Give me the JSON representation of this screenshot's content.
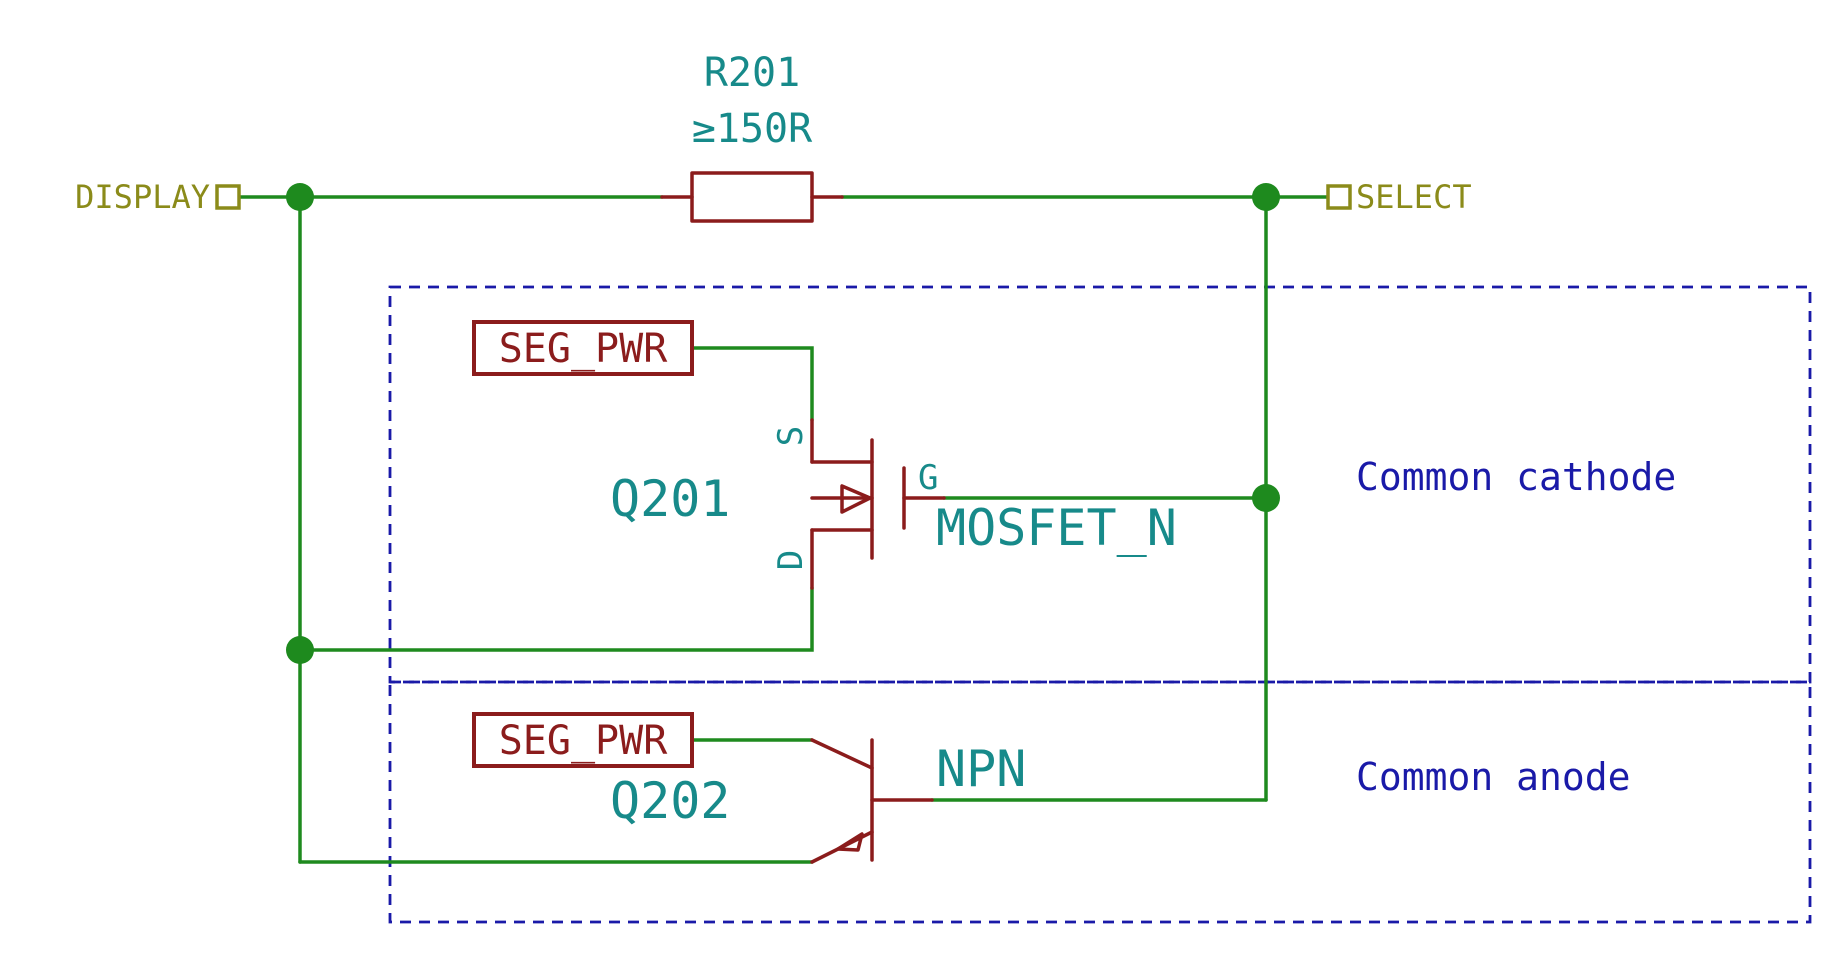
{
  "ports": {
    "display": "DISPLAY",
    "select": "SELECT"
  },
  "resistor": {
    "ref": "R201",
    "value": "≥150R"
  },
  "mosfet": {
    "ref": "Q201",
    "type": "MOSFET_N",
    "pin_source": "S",
    "pin_gate": "G",
    "pin_drain": "D"
  },
  "npn": {
    "ref": "Q202",
    "type": "NPN"
  },
  "tags": {
    "seg_pwr_top": "SEG_PWR",
    "seg_pwr_bottom": "SEG_PWR"
  },
  "regions": {
    "common_cathode": "Common cathode",
    "common_anode": "Common anode"
  },
  "colors": {
    "wire": "#1e8a1e",
    "component": "#8b1c1c",
    "port_label": "#8b8b1a",
    "reference_text": "#178a8a",
    "region_note": "#1a1aa8"
  }
}
